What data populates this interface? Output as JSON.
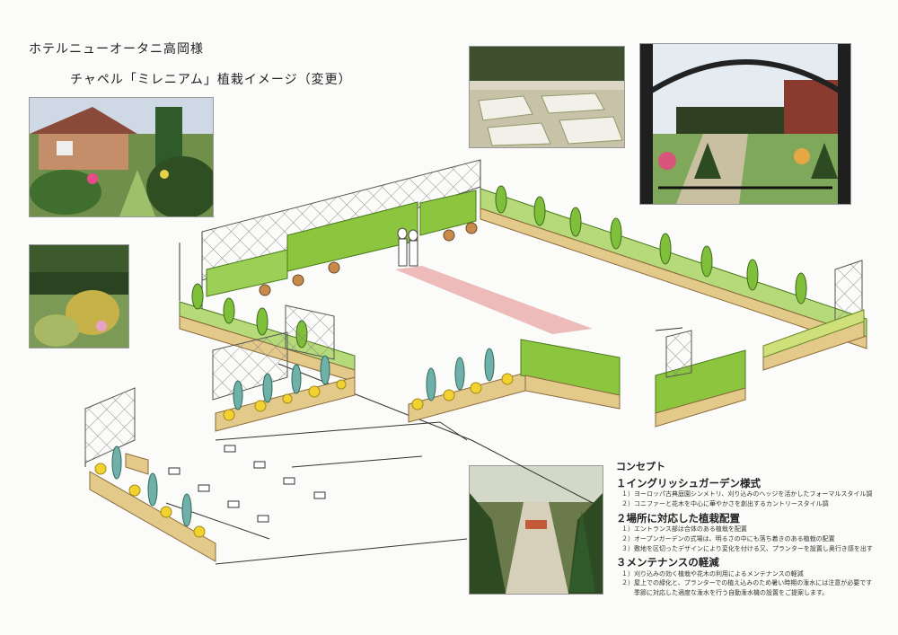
{
  "title": "ホテルニューオータニ高岡様",
  "subtitle": "チャペル「ミレニアム」植栽イメージ（変更）",
  "concept": {
    "heading": "コンセプト",
    "sections": [
      {
        "title": "１イングリッシュガーデン様式",
        "items": [
          "１）ヨーロッパ古典庭園シンメトリ、刈り込みのヘッジを活かしたフォーマルスタイル調",
          "２）コニファーと花木を中心に華やかさを創出するカントリースタイル調"
        ]
      },
      {
        "title": "２場所に対応した植栽配置",
        "items": [
          "１）エントランス部は合体のある植栽を配置",
          "２）オープンガーデンの式場は、明るさの中にも落ち着きのある植栽の配置",
          "３）敷地を区切ったデザインにより変化を付ける又、プランターを設置し奥行き感を出す"
        ]
      },
      {
        "title": "３メンテナンスの軽減",
        "items": [
          "１）刈り込みの効く植栽や花木の利用によるメンテナンスの軽減",
          "２）屋上での緑化と、プランターでの植え込みのため暑い時期の潅水には注意が必要です",
          "　　季節に対応した適度な潅水を行う自動潅水機の設置をご提案します。"
        ]
      }
    ]
  },
  "colors": {
    "hedge": "#8cc63f",
    "planter": "#e3c98a",
    "flower": "#f2d22e",
    "carpet": "#e6a0a0"
  }
}
